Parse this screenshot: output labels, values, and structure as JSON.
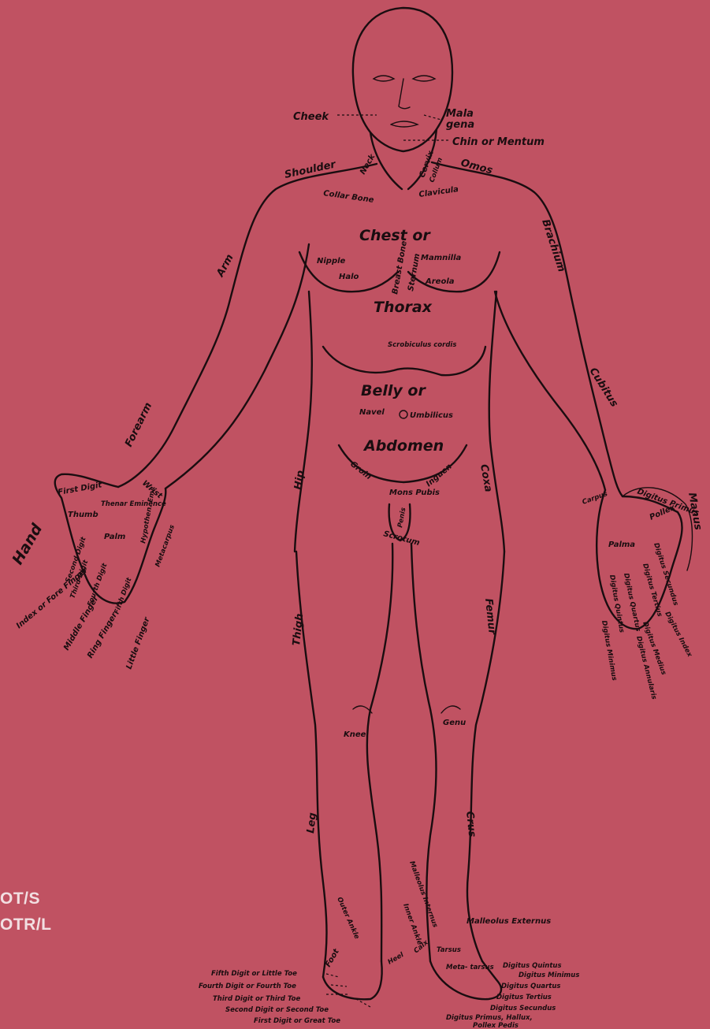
{
  "colors": {
    "background": "#c05262",
    "ink": "#1a0d10",
    "credit_text": "#f2dfe2"
  },
  "credit": {
    "line1": "OT/S",
    "line2": "OTR/L"
  },
  "labels": {
    "cheek": "Cheek",
    "mala": "Mala",
    "gena": "gena",
    "chin": "Chin or Mentum",
    "shoulder": "Shoulder",
    "neck": "Neck",
    "cervix": "Cervix",
    "collum": "Collum",
    "omos": "Omos",
    "collar_bone": "Collar Bone",
    "clavicula": "Clavicula",
    "chest": "Chest or",
    "thorax": "Thorax",
    "arm": "Arm",
    "brachium": "Brachium",
    "nipple": "Nipple",
    "halo": "Halo",
    "mamilla": "Mamnilla",
    "areola": "Areola",
    "breast_bone": "Breast Bone",
    "sternum": "Sternum",
    "scrobiculus": "Scrobiculus cordis",
    "belly": "Belly or",
    "navel": "Navel",
    "umbilicus": "Umbilicus",
    "abdomen": "Abdomen",
    "forearm": "Forearm",
    "cubitus": "Cubitus",
    "hip": "Hip",
    "coxa": "Coxa",
    "groin": "Groin",
    "inguen": "Inguen",
    "mons_pubis": "Mons Pubis",
    "penis": "Penis",
    "scrotum": "Scrotum",
    "hand": "Hand",
    "first_digit": "First Digit",
    "thumb": "Thumb",
    "wrist": "Wrist",
    "thenar": "Thenar Eminence",
    "hypothenar": "Hypothen. Emi.",
    "palm": "Palm",
    "metacarpus": "Metacarpus",
    "second_digit": "Second Digit",
    "third_digit": "Third Digit",
    "fourth_digit": "Fourth Digit",
    "fifth_digit": "Fifth Digit",
    "index_finger": "Index or Fore Finger",
    "middle_finger": "Middle Finger",
    "ring_finger": "Ring Finger",
    "little_finger": "Little Finger",
    "manus": "Manus",
    "carpus": "Carpus",
    "digitus_primus": "Digitus Primus",
    "pollex": "Pollex",
    "palma": "Palma",
    "digitus_secundus": "Digitus Secundus",
    "digitus_index": "Digitus Index",
    "digitus_tertius": "Digitus Tertius",
    "digitus_medius": "Digitus Medius",
    "digitus_quartus": "Digitus Quartus",
    "digitus_annularis": "Digitus Annularis",
    "digitus_quintus": "Digitus Quintus",
    "digitus_minimus": "Digitus Minimus",
    "thigh": "Thigh",
    "femur": "Femur",
    "knee": "Knee",
    "genu": "Genu",
    "leg": "Leg",
    "crus": "Crus",
    "outer_ankle": "Outer Ankle",
    "malleolus_internus": "Malleolus Internus",
    "inner_ankle": "Inner Ankle",
    "malleolus_externus": "Malleolus Externus",
    "foot": "Foot",
    "tarsus": "Tarsus",
    "metatarsus": "Meta- tarsus",
    "heel": "Heel",
    "calx": "Calx",
    "toe5": "Fifth Digit or Little Toe",
    "toe4": "Fourth Digit or Fourth Toe",
    "toe3": "Third Digit or Third Toe",
    "toe2": "Second Digit or Second Toe",
    "toe1": "First Digit or Great Toe",
    "dq_foot": "Digitus Quintus",
    "dm_foot": "Digitus Minimus",
    "dquart_foot": "Digitus Quartus",
    "dt_foot": "Digitus Tertius",
    "ds_foot": "Digitus Secundus",
    "dp_foot": "Digitus Primus, Hallux,",
    "pollex_pedis": "Pollex Pedis"
  }
}
